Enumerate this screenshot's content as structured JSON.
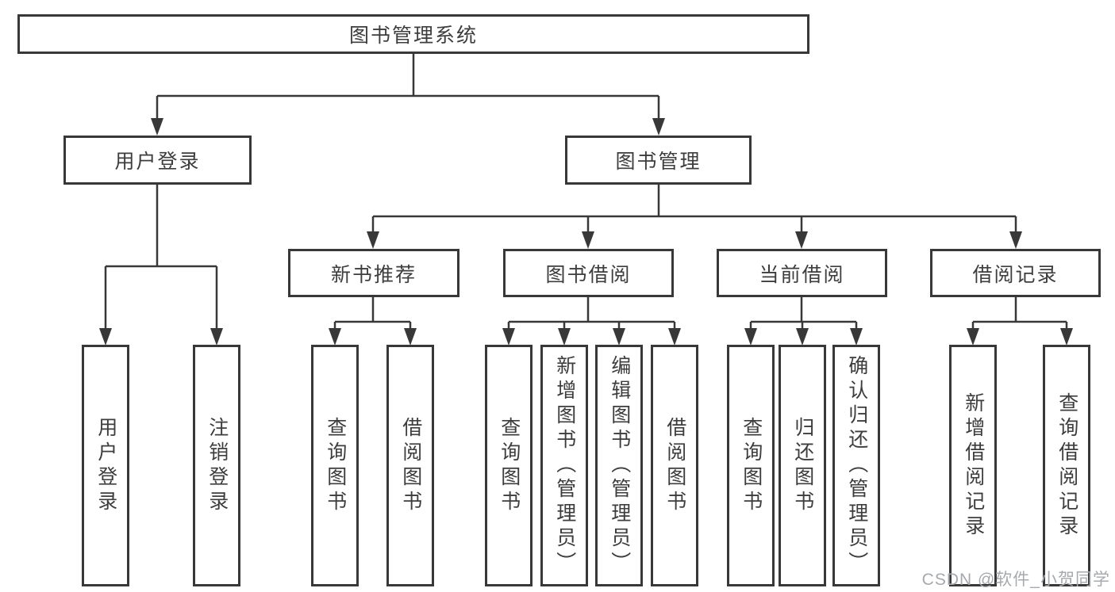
{
  "nodes": {
    "root": "图书管理系统",
    "l2": [
      "用户登录",
      "图书管理"
    ],
    "l3": [
      "新书推荐",
      "图书借阅",
      "当前借阅",
      "借阅记录"
    ],
    "loginLeaves": [
      "用户登录",
      "注销登录"
    ],
    "newBookLeaves": [
      "查询图书",
      "借阅图书"
    ],
    "borrowLeaves": [
      "查询图书",
      "新增图书（管理员）",
      "编辑图书（管理员）",
      "借阅图书"
    ],
    "currentLeaves": [
      "查询图书",
      "归还图书",
      "确认归还（管理员）"
    ],
    "recordLeaves": [
      "新增借阅记录",
      "查询借阅记录"
    ]
  },
  "watermark": "CSDN @软件_小贺同学",
  "colors": {
    "line": "#383838",
    "text": "#3d3d3d",
    "watermark": "#a6a9ad"
  }
}
